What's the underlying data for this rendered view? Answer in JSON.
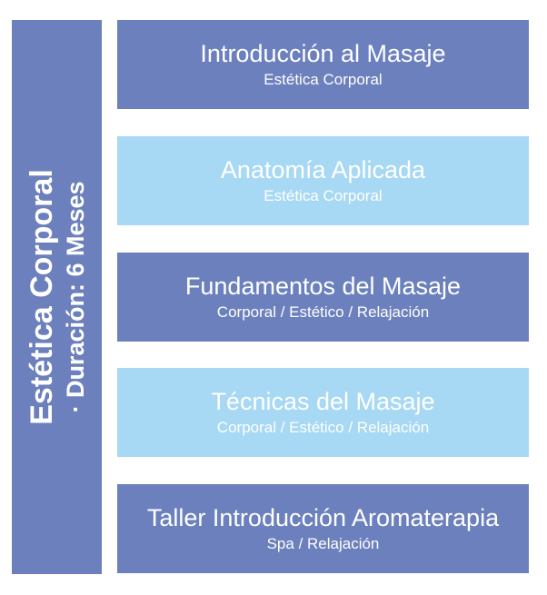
{
  "side": {
    "title": "Estética Corporal",
    "subtitle": "· Duración: 6 Meses"
  },
  "modules": [
    {
      "title": "Introducción al Masaje",
      "subtitle": "Estética Corporal"
    },
    {
      "title": "Anatomía Aplicada",
      "subtitle": "Estética Corporal"
    },
    {
      "title": "Fundamentos del Masaje",
      "subtitle": "Corporal / Estético / Relajación"
    },
    {
      "title": "Técnicas del Masaje",
      "subtitle": "Corporal / Estético / Relajación"
    },
    {
      "title": "Taller Introducción Aromaterapia",
      "subtitle": "Spa / Relajación"
    }
  ],
  "colors": {
    "dark": "#6b80bd",
    "light": "#a7d8f4",
    "text": "#ffffff"
  }
}
